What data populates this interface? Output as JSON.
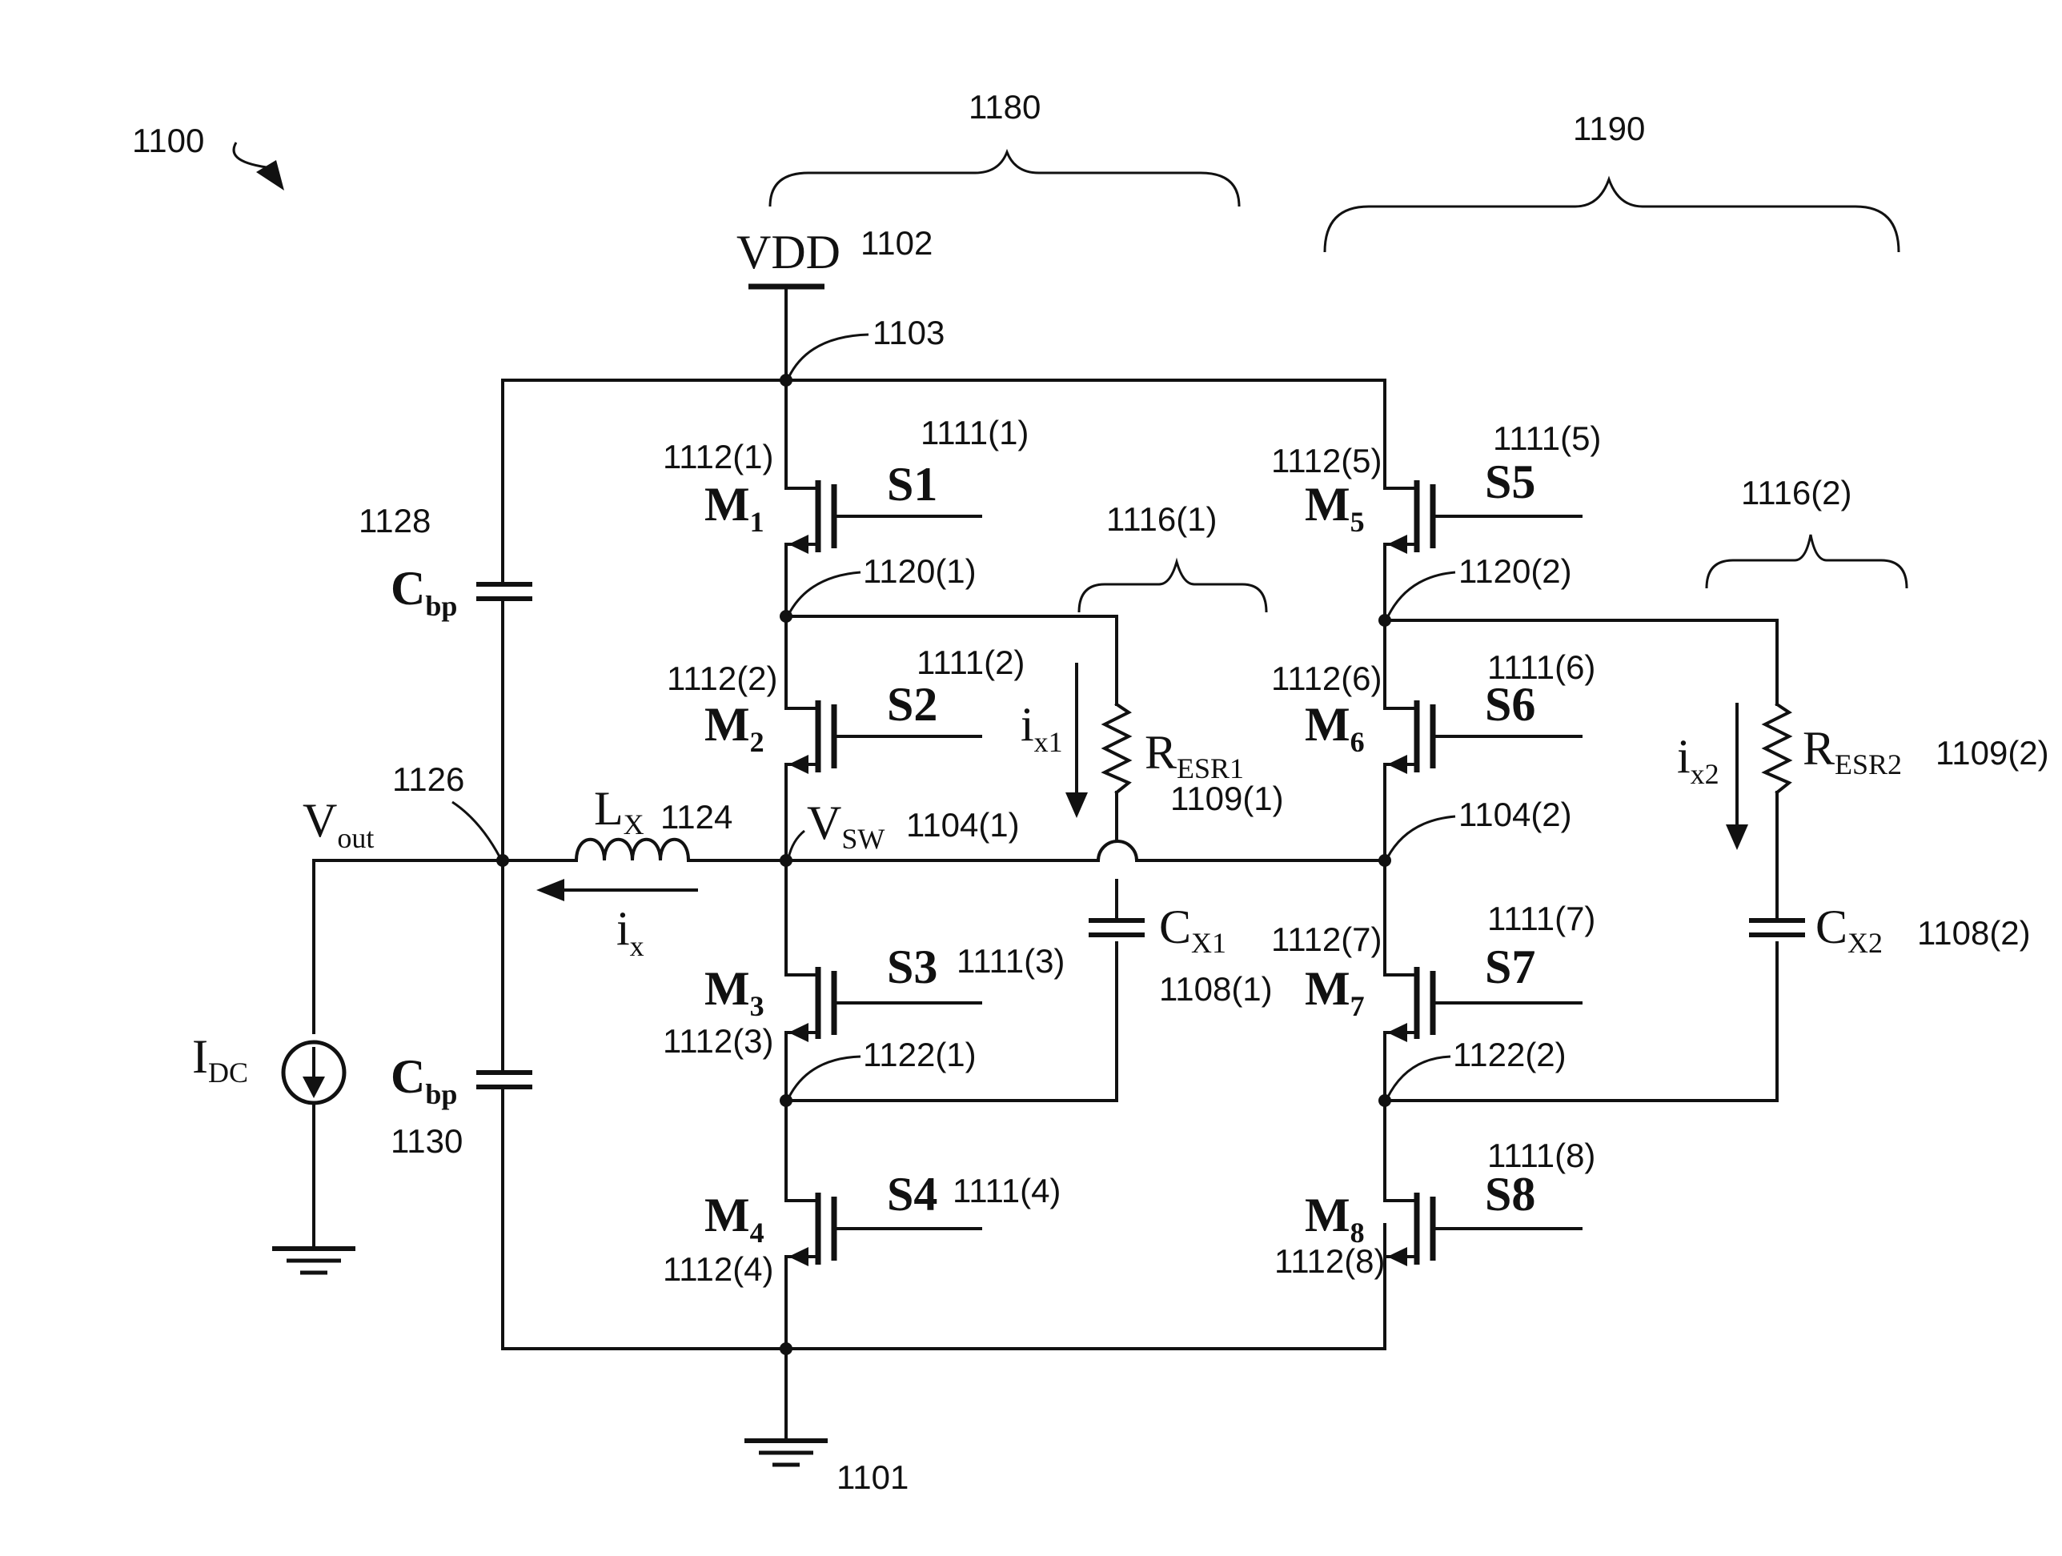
{
  "labels": {
    "fig": "1100",
    "group1": "1180",
    "group2": "1190",
    "vdd": "VDD",
    "vdd_ref": "1102",
    "node_top": "1103",
    "gnd_ref": "1101",
    "cbp_top_ref": "1128",
    "cbp_bottom_ref": "1130",
    "vout_node": "1126",
    "lx_ref": "1124",
    "vsw_ref": "1104(1)",
    "node_sw2": "1104(2)",
    "n1120_1": "1120(1)",
    "n1120_2": "1120(2)",
    "n1122_1": "1122(1)",
    "n1122_2": "1122(2)",
    "fly1": "1116(1)",
    "fly2": "1116(2)",
    "resr1_ref": "1109(1)",
    "resr2_ref": "1109(2)",
    "cx1_ref": "1108(1)",
    "cx2_ref": "1108(2)",
    "m1_ref": "1112(1)",
    "m2_ref": "1112(2)",
    "m3_ref": "1112(3)",
    "m4_ref": "1112(4)",
    "m5_ref": "1112(5)",
    "m6_ref": "1112(6)",
    "m7_ref": "1112(7)",
    "m8_ref": "1112(8)",
    "s1_ref": "1111(1)",
    "s2_ref": "1111(2)",
    "s3_ref": "1111(3)",
    "s4_ref": "1111(4)",
    "s5_ref": "1111(5)",
    "s6_ref": "1111(6)",
    "s7_ref": "1111(7)",
    "s8_ref": "1111(8)",
    "s1": "S1",
    "s2": "S2",
    "s3": "S3",
    "s4": "S4",
    "s5": "S5",
    "s6": "S6",
    "s7": "S7",
    "s8": "S8",
    "m_letter": "M",
    "m1_sub": "1",
    "m2_sub": "2",
    "m3_sub": "3",
    "m4_sub": "4",
    "m5_sub": "5",
    "m6_sub": "6",
    "m7_sub": "7",
    "m8_sub": "8",
    "c_letter": "C",
    "cbp_sub": "bp",
    "v_letter": "V",
    "vout_sub": "out",
    "vsw_sub": "SW",
    "l_letter": "L",
    "lx_sub": "X",
    "i_letter": "i",
    "ix_sub": "x",
    "ix1_sub": "x1",
    "ix2_sub": "x2",
    "r_letter": "R",
    "resr1_sub": "ESR1",
    "resr2_sub": "ESR2",
    "cx1_sub": "X1",
    "cx2_sub": "X2",
    "idc_letter": "I",
    "idc_sub": "DC"
  }
}
